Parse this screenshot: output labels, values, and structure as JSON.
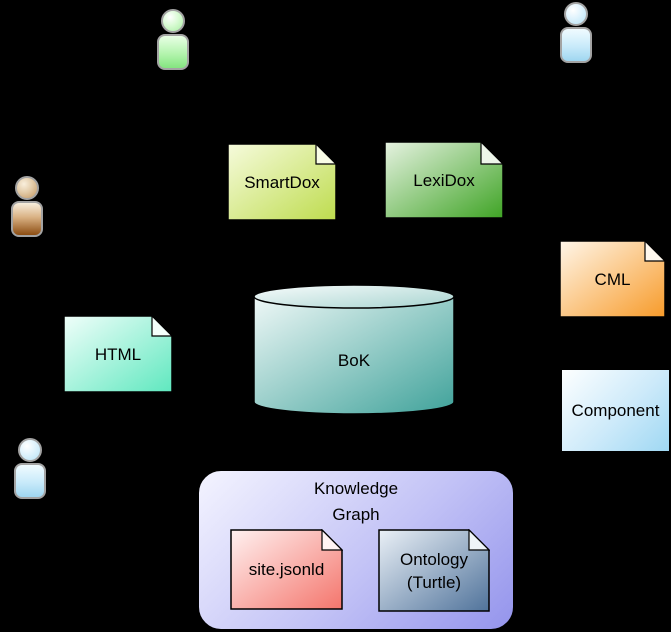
{
  "canvas": {
    "background": "#000000",
    "text_color": "#000000"
  },
  "actors": {
    "green": {
      "name": "green person",
      "body_color": "#84e580"
    },
    "blue_top": {
      "name": "blue person top",
      "body_color": "#9fd6f0"
    },
    "brown": {
      "name": "brown person",
      "body_color": "#8c4d12"
    },
    "blue_bottom": {
      "name": "blue person bottom",
      "body_color": "#9fd6f0"
    }
  },
  "nodes": {
    "smartdox": {
      "label": "SmartDox",
      "shape": "document",
      "gradient": [
        "#f6fbdc",
        "#bedc4e"
      ]
    },
    "lexidox": {
      "label": "LexiDox",
      "shape": "document",
      "gradient": [
        "#e6f2e1",
        "#3fa425"
      ]
    },
    "cml": {
      "label": "CML",
      "shape": "document",
      "gradient": [
        "#fff6e9",
        "#f79b2a"
      ]
    },
    "html": {
      "label": "HTML",
      "shape": "document",
      "gradient": [
        "#f0fefa",
        "#5fe8bf"
      ]
    },
    "component": {
      "label": "Component",
      "shape": "rectangle",
      "gradient": [
        "#fdffff",
        "#9fd8f3"
      ]
    },
    "bok": {
      "label": "BoK",
      "shape": "cylinder",
      "gradient": [
        "#eff8f7",
        "#3fa29a"
      ]
    },
    "knowledge_graph": {
      "title_lines": [
        "Knowledge",
        "Graph"
      ],
      "shape": "rounded-container",
      "gradient": [
        "#f4f4ff",
        "#9494ec"
      ]
    },
    "site_jsonld": {
      "label": "site.jsonld",
      "shape": "document",
      "gradient": [
        "#fff1f0",
        "#f4756c"
      ]
    },
    "ontology": {
      "label_lines": [
        "Ontology",
        "(Turtle)"
      ],
      "shape": "document",
      "gradient": [
        "#eaf0f6",
        "#50739b"
      ]
    }
  }
}
